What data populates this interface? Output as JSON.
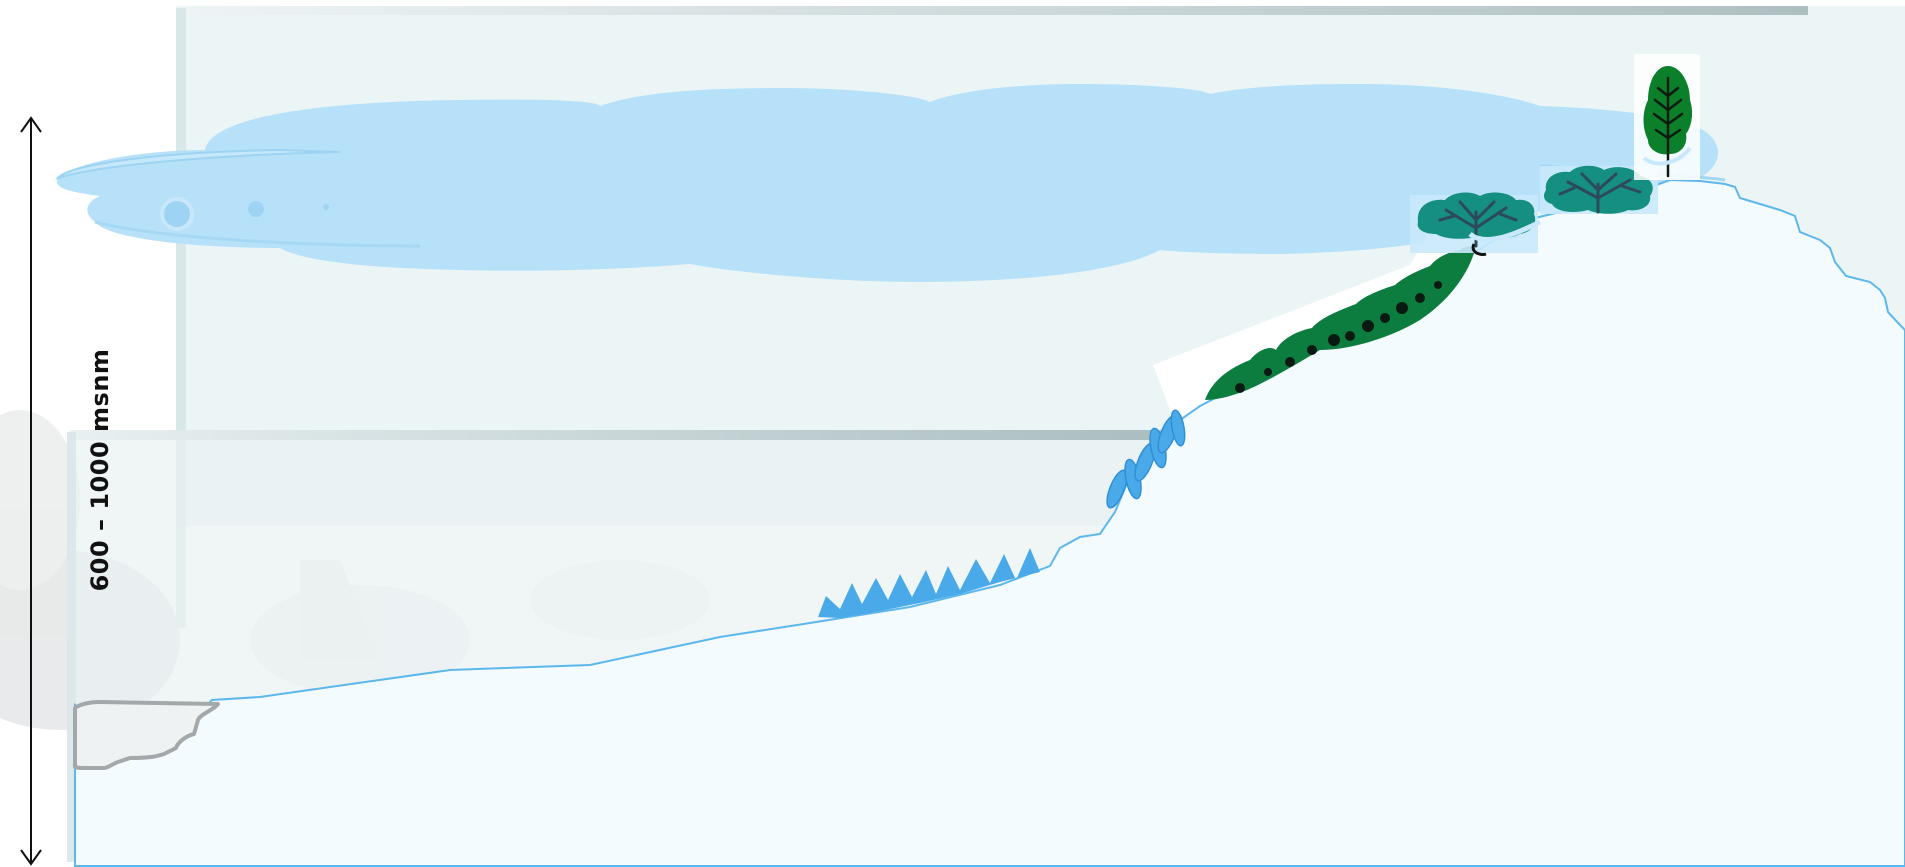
{
  "elevation_label": "600 – 1000 msnm",
  "colors": {
    "terrain_fill": "#f4fbfe",
    "terrain_line": "#5cb7ec",
    "cloud": "#b7e1f8",
    "cloud_edge": "#9dd3f3",
    "panel": "#e8f2f3",
    "panel_edge": "#b9c9cc",
    "forest_green": "#0d7d3f",
    "tree_teal": "#159080",
    "tree_branch": "#2c4a5a",
    "cypress_green": "#0c7f2a",
    "herb_blue": "#4aaae9",
    "rock": "#a3a8ab"
  },
  "icons": {
    "arrow": "double-headed-vertical-arrow",
    "cloud": "cloud-band",
    "forest": "dark-forest-strip",
    "tree": "spreading-tree",
    "cypress": "tall-tree",
    "grass": "spiky-grass",
    "plant": "leafy-plant",
    "rock": "rock-outline"
  }
}
